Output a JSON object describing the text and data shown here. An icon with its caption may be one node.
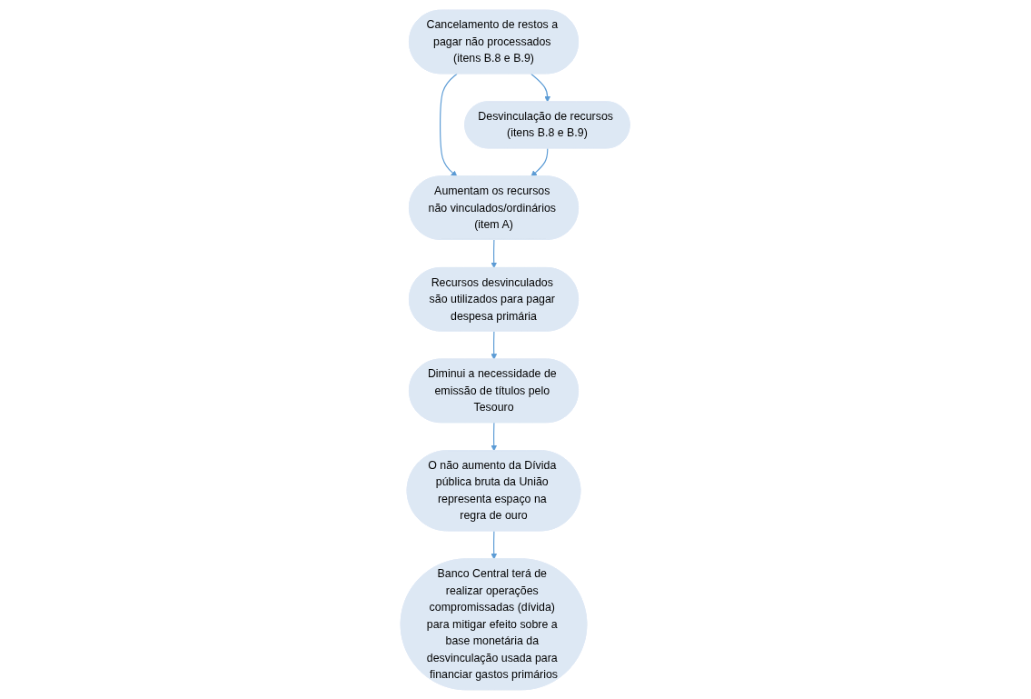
{
  "diagram": {
    "nodes": [
      {
        "text": [
          "Cancelamento de restos a pagar não processados (itens B.8 e B.9)"
        ]
      },
      {
        "text": [
          "Desvinculação de recursos (itens B.8 e B.9)"
        ]
      },
      {
        "text": [
          "Aumentam os recursos não vinculados/ordinários (item A)"
        ]
      },
      {
        "text": [
          "Recursos desvinculados são utilizados para pagar despesa primária"
        ]
      },
      {
        "text": [
          "Diminui a necessidade de emissão de títulos pelo Tesouro"
        ]
      },
      {
        "text": [
          "O não aumento da Dívida pública bruta da União representa espaço na regra de ouro"
        ]
      },
      {
        "text": [
          "Banco Central terá de realizar operações compromissadas (dívida) para mitigar efeito sobre a base monetária da desvinculação usada para financiar gastos primários"
        ]
      }
    ],
    "edges": [
      {
        "from": 0,
        "to": 1,
        "arrow": "to"
      },
      {
        "from": 0,
        "to": 2,
        "arrow": "to"
      },
      {
        "from": 1,
        "to": 2,
        "arrow": "to"
      },
      {
        "from": 2,
        "to": 3,
        "arrow": "to"
      },
      {
        "from": 3,
        "to": 4,
        "arrow": "to"
      },
      {
        "from": 4,
        "to": 5,
        "arrow": "to"
      },
      {
        "from": 5,
        "to": 6,
        "arrow": "to"
      }
    ]
  }
}
